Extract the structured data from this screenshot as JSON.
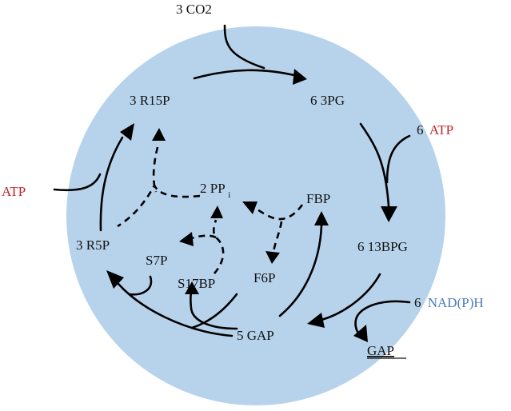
{
  "colors": {
    "background_circle": "#b7d3eb",
    "arrow": "#000000",
    "cofactor_red": "#c0262b",
    "cofactor_blue": "#4a7cc0",
    "text": "#111111"
  },
  "labels": {
    "co2": "3 CO2",
    "pg3": "6 3PG",
    "atp_coef": "6",
    "atp_in": "ATP",
    "bpg13": "6 13BPG",
    "nadph_coef": "6",
    "nadph": "NAD(P)H",
    "gap_out": "GAP",
    "gap5": "5 GAP",
    "r15p": "3 R15P",
    "atp_left": "ATP",
    "r5p": "3 R5P",
    "ppi_main": "2 PP",
    "ppi_sub": "i",
    "fbp": "FBP",
    "s7p": "S7P",
    "s17bp": "S17BP",
    "f6p": "F6P"
  }
}
